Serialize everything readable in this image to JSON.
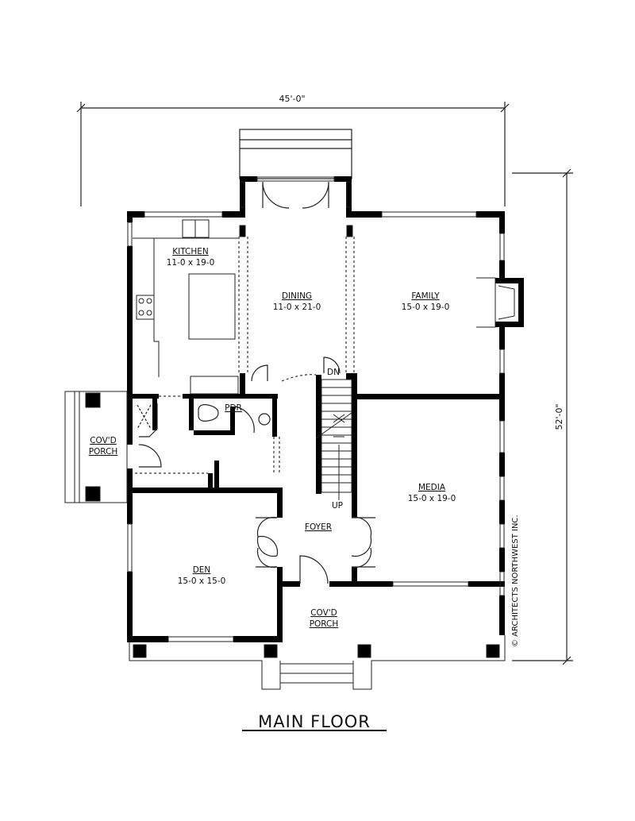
{
  "plan": {
    "title": "MAIN FLOOR",
    "dimensions": {
      "width": "45'-0\"",
      "depth": "52'-0\""
    },
    "copyright": "© ARCHITECTS NORTHWEST INC."
  },
  "rooms": [
    {
      "id": "kitchen",
      "name": "KITCHEN",
      "size": "11-0 x 19-0"
    },
    {
      "id": "dining",
      "name": "DINING",
      "size": "11-0 x 21-0"
    },
    {
      "id": "family",
      "name": "FAMILY",
      "size": "15-0 x 19-0"
    },
    {
      "id": "media",
      "name": "MEDIA",
      "size": "15-0 x 19-0"
    },
    {
      "id": "den",
      "name": "DEN",
      "size": "15-0 x 15-0"
    },
    {
      "id": "foyer",
      "name": "FOYER",
      "size": ""
    },
    {
      "id": "pdr",
      "name": "PDR",
      "size": ""
    },
    {
      "id": "side-porch",
      "name": "COV'D",
      "name2": "PORCH",
      "size": ""
    },
    {
      "id": "front-porch",
      "name": "COV'D",
      "name2": "PORCH",
      "size": ""
    }
  ],
  "stairs": {
    "down_label": "DN",
    "up_label": "UP"
  },
  "colors": {
    "wall": "#000000",
    "line": "#222222",
    "background": "#ffffff"
  }
}
